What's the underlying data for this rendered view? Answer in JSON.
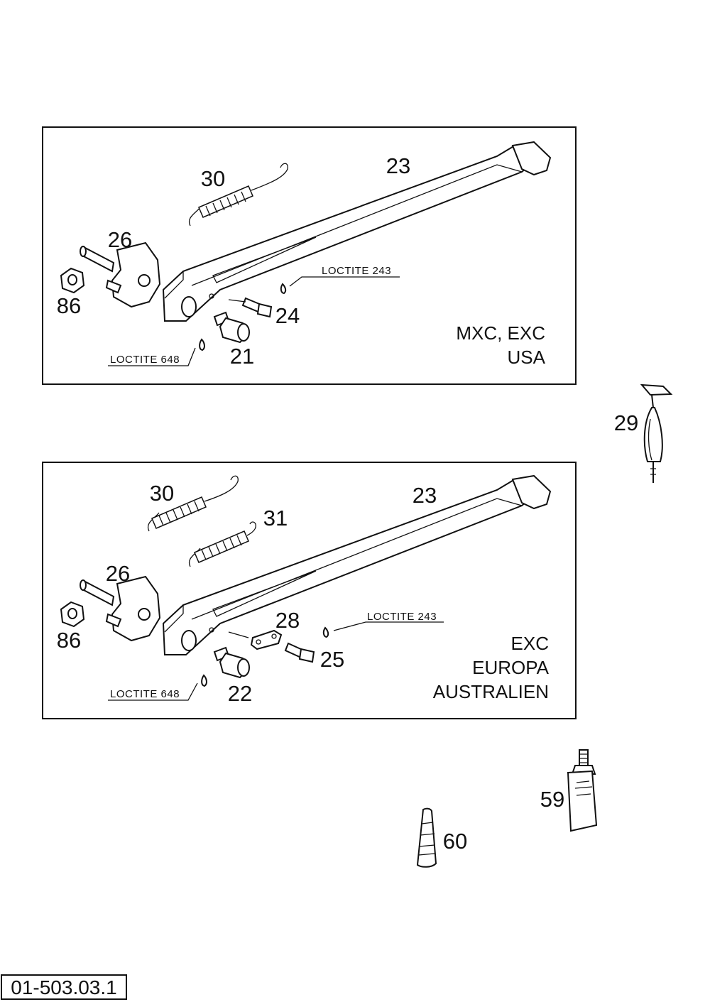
{
  "panels": [
    {
      "labels": {
        "spring": "30",
        "stand": "23",
        "pivot": "26",
        "nut": "86",
        "screw": "24",
        "stop": "21"
      },
      "adhesive_top": "LOCTITE 243",
      "adhesive_bottom": "LOCTITE 648",
      "region": [
        "MXC, EXC",
        "USA"
      ]
    },
    {
      "labels": {
        "spring": "30",
        "spring2": "31",
        "stand": "23",
        "pivot": "26",
        "nut": "86",
        "plate": "28",
        "screw": "25",
        "stop": "22"
      },
      "adhesive_top": "LOCTITE 243",
      "adhesive_bottom": "LOCTITE 648",
      "region": [
        "EXC",
        "EUROPA",
        "AUSTRALIEN"
      ]
    }
  ],
  "loose_parts": {
    "tool": "29",
    "bottle": "59",
    "tube": "60"
  },
  "document_id": "01-503.03.1"
}
